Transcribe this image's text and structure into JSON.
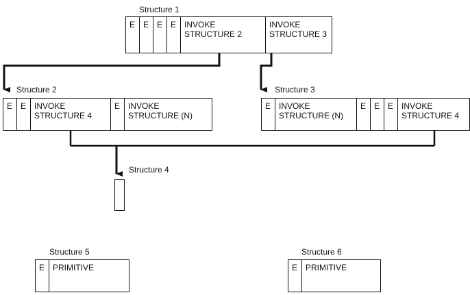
{
  "structures": [
    {
      "id": "s1",
      "label": "Structure 1",
      "cells": [
        {
          "kind": "e",
          "text": "E"
        },
        {
          "kind": "e",
          "text": "E"
        },
        {
          "kind": "e",
          "text": "E"
        },
        {
          "kind": "e",
          "text": "E"
        },
        {
          "kind": "wide",
          "line1": "INVOKE",
          "line2": "STRUCTURE 2"
        },
        {
          "kind": "wide",
          "line1": "INVOKE",
          "line2": "STRUCTURE 3"
        }
      ]
    },
    {
      "id": "s2",
      "label": "Structure 2",
      "cells": [
        {
          "kind": "e",
          "text": "E"
        },
        {
          "kind": "e",
          "text": "E"
        },
        {
          "kind": "wide",
          "line1": "INVOKE",
          "line2": "STRUCTURE 4"
        },
        {
          "kind": "e",
          "text": "E"
        },
        {
          "kind": "wide",
          "line1": "INVOKE",
          "line2": "STRUCTURE (N)"
        }
      ]
    },
    {
      "id": "s3",
      "label": "Structure 3",
      "cells": [
        {
          "kind": "e",
          "text": "E"
        },
        {
          "kind": "wide",
          "line1": "INVOKE",
          "line2": "STRUCTURE (N)"
        },
        {
          "kind": "e",
          "text": "E"
        },
        {
          "kind": "e",
          "text": "E"
        },
        {
          "kind": "e",
          "text": "E"
        },
        {
          "kind": "wide",
          "line1": "INVOKE",
          "line2": "STRUCTURE 4"
        }
      ]
    },
    {
      "id": "s4",
      "label": "Structure 4",
      "cells": []
    },
    {
      "id": "s5",
      "label": "Structure 5",
      "cells": [
        {
          "kind": "e",
          "text": "E"
        },
        {
          "kind": "prim",
          "text": "PRIMITIVE"
        }
      ]
    },
    {
      "id": "s6",
      "label": "Structure 6",
      "cells": [
        {
          "kind": "e",
          "text": "E"
        },
        {
          "kind": "prim",
          "text": "PRIMITIVE"
        }
      ]
    }
  ]
}
